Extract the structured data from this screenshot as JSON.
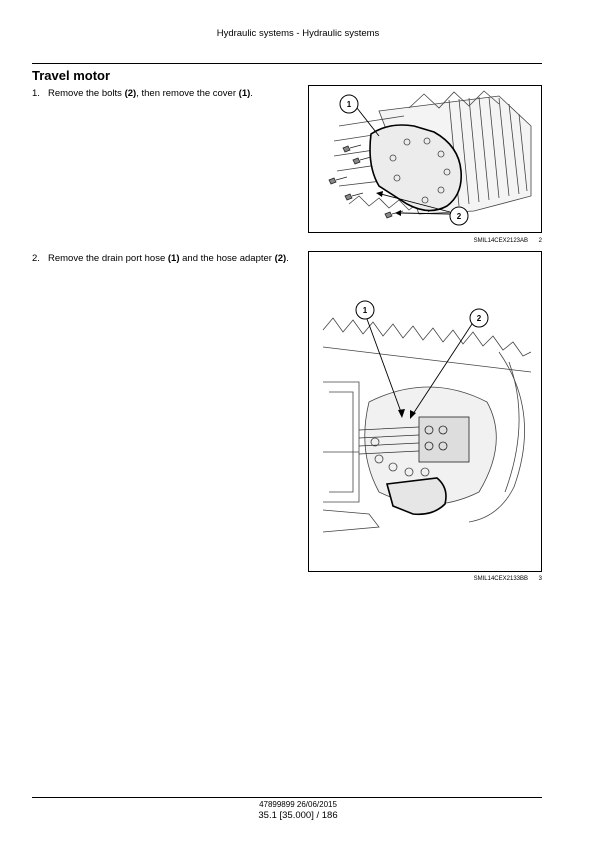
{
  "header": {
    "title": "Hydraulic systems - Hydraulic systems"
  },
  "section": {
    "title": "Travel motor"
  },
  "steps": [
    {
      "number": "1.",
      "parts": [
        "Remove the bolts ",
        "(2)",
        ", then remove the cover ",
        "(1)",
        "."
      ]
    },
    {
      "number": "2.",
      "parts": [
        "Remove the drain port hose ",
        "(1)",
        " and the hose adapter ",
        "(2)",
        "."
      ]
    }
  ],
  "figures": [
    {
      "code": "SMIL14CEX2123AB",
      "number": "2",
      "callouts": [
        "1",
        "2"
      ]
    },
    {
      "code": "SMIL14CEX2133BB",
      "number": "3",
      "callouts": [
        "1",
        "2"
      ]
    }
  ],
  "footer": {
    "doc": "47899899 26/06/2015",
    "page": "35.1 [35.000] / 186"
  }
}
